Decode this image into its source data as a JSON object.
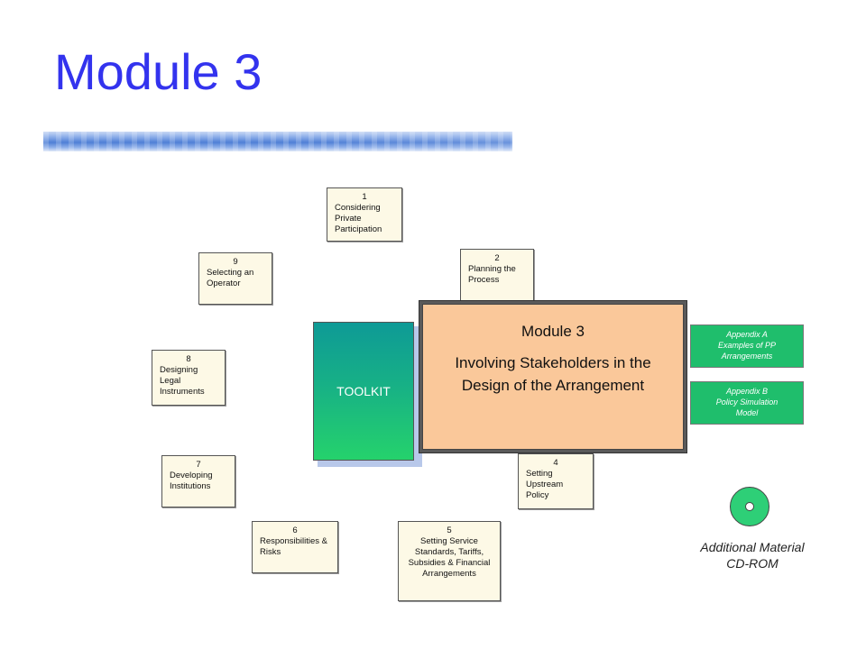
{
  "title": "Module 3",
  "toolkit_label": "TOOLKIT",
  "main_box": {
    "title": "Module 3",
    "subtitle": "Involving Stakeholders in the Design of the Arrangement"
  },
  "steps": [
    {
      "num": "1",
      "text": "Considering Private Participation"
    },
    {
      "num": "2",
      "text": "Planning the Process"
    },
    {
      "num": "4",
      "text": "Setting Upstream Policy"
    },
    {
      "num": "5",
      "text": "Setting Service Standards, Tariffs, Subsidies & Financial Arrangements"
    },
    {
      "num": "6",
      "text": "Responsibilities & Risks"
    },
    {
      "num": "7",
      "text": "Developing Institutions"
    },
    {
      "num": "8",
      "text": "Designing Legal Instruments"
    },
    {
      "num": "9",
      "text": "Selecting an Operator"
    }
  ],
  "appendices": [
    {
      "line1": "Appendix A",
      "line2": "Examples of PP",
      "line3": "Arrangements"
    },
    {
      "line1": "Appendix B",
      "line2": "Policy Simulation",
      "line3": "Model"
    }
  ],
  "cd": {
    "line1": "Additional Material",
    "line2": "CD-ROM",
    "icon": "cd-rom-icon"
  },
  "colors": {
    "title": "#3333ee",
    "main_fill": "#fac89a",
    "step_fill": "#fdf9e6",
    "toolkit_fill": "#17b086",
    "appendix_fill": "#1fbe6c"
  }
}
